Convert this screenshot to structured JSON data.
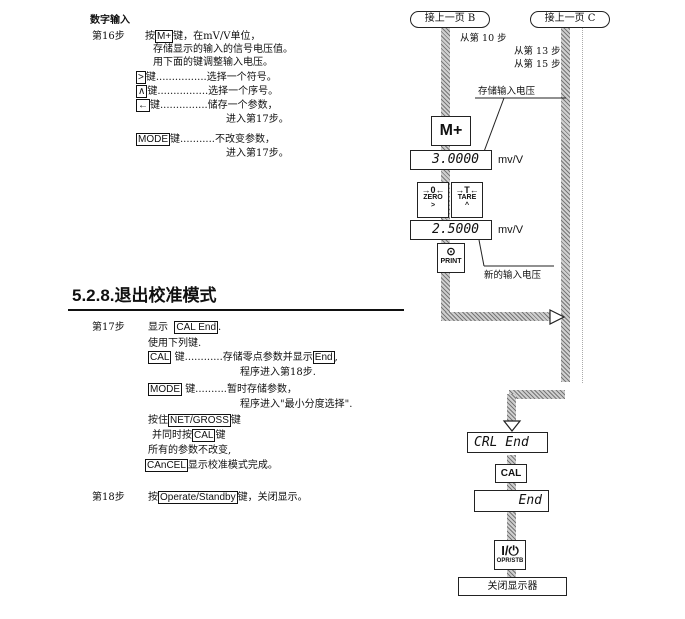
{
  "top": {
    "heading": "数字输入",
    "step16_label": "第16步",
    "step16_press": "按",
    "step16_key": "M+",
    "step16_text1": "键，在mV/V单位，",
    "step16_text2": "存储显示的输入的信号电压值。",
    "step16_text3": "用下面的键调整输入电压。",
    "keys": [
      {
        "key": ">",
        "desc": "键................选择一个符号。"
      },
      {
        "key": "∧",
        "desc": "键................选择一个序号。"
      },
      {
        "key": "←",
        "desc": "键...............储存一个参数，"
      }
    ],
    "enter_step17_a": "进入第17步。",
    "mode_key": "MODE",
    "mode_desc": "键...........不改变参数，",
    "enter_step17_b": "进入第17步。"
  },
  "section": {
    "title": "5.2.8.退出校准模式"
  },
  "bottom": {
    "step17_label": "第17步",
    "show": "显示",
    "cal_end": "CAL End",
    "use_keys": "使用下列键.",
    "cal_key": "CAL",
    "cal_desc": "键............存储零点参数并显示",
    "end_key": "End",
    "cal_desc2": "程序进入第18步.",
    "mode_key": "MODE",
    "mode_desc": "键..........暂时存储参数，",
    "mode_desc2": "程序进入\"最小分度选择\".",
    "hold_prefix": "按住",
    "net_gross": "NET/GROSS",
    "key_suffix": "键",
    "same_time": "并同时按",
    "cal_key2": "CAL",
    "key_suffix2": "键",
    "unchanged": "所有的参数不改变,",
    "cancel_key": "CAnCEL",
    "cancel_desc": "显示校准模式完成。",
    "step18_label": "第18步",
    "step18_press": "按",
    "operate_key": "Operate/Standby",
    "step18_desc": "键，关闭显示。"
  },
  "diagram": {
    "from_b": "接上一页 B",
    "from_c": "接上一页 C",
    "from_step10": "从第 10 步",
    "from_step13": "从第 13 步",
    "from_step15": "从第 15 步",
    "store_voltage": "存储输入电压",
    "mplus_key": "M+",
    "display1_value": "3.0000",
    "unit1": "mv/V",
    "zero_key": "ZERO",
    "zero_arrow": ">",
    "tare_key": "TARE",
    "tare_arrow": "^",
    "display2_value": "2.5000",
    "unit2": "mv/V",
    "print_key": "PRINT",
    "new_voltage": "新的输入电压",
    "display3_value": "CRL End",
    "cal_key": "CAL",
    "display4_value": "End",
    "oprstb_key": "OPR/STB",
    "off_display": "关闭显示器"
  }
}
